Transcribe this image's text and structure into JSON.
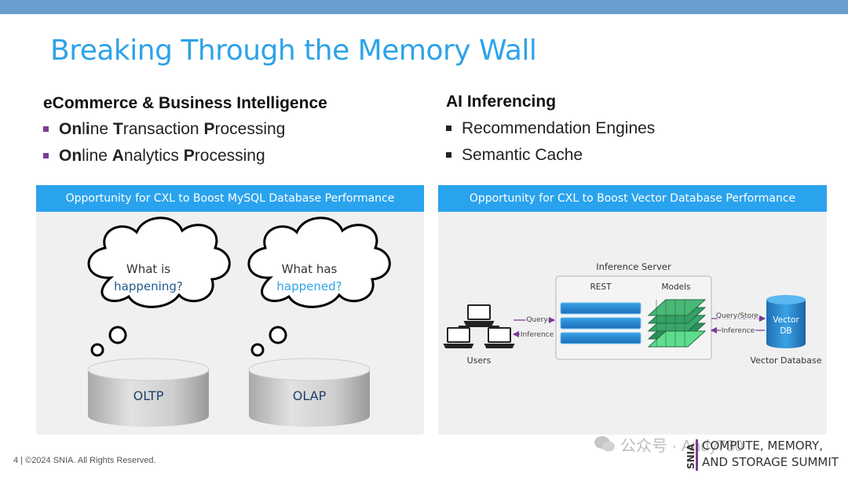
{
  "slide": {
    "title": "Breaking Through the Memory Wall",
    "left": {
      "heading": "eCommerce & Business Intelligence",
      "bullets": [
        {
          "parts": [
            [
              "O",
              "b"
            ],
            [
              "n",
              "b"
            ],
            [
              "l",
              ""
            ],
            [
              "i",
              "b"
            ],
            [
              "ne ",
              ""
            ],
            [
              "T",
              "b"
            ],
            [
              "ransaction ",
              ""
            ],
            [
              "P",
              "b"
            ],
            [
              "rocessing",
              ""
            ]
          ],
          "text": "Online Transaction Processing"
        },
        {
          "parts": [
            [
              "O",
              "b"
            ],
            [
              "n",
              "b"
            ],
            [
              "l",
              ""
            ],
            [
              "i",
              ""
            ],
            [
              "ne ",
              ""
            ],
            [
              "A",
              "b"
            ],
            [
              "nalytics ",
              ""
            ],
            [
              "P",
              "b"
            ],
            [
              "rocessing",
              ""
            ]
          ],
          "text": "Online Analytics Processing"
        }
      ],
      "panel": {
        "header": "Opportunity for CXL to Boost MySQL Database Performance",
        "cloud1": {
          "line1": "What is",
          "line2": "happening?"
        },
        "cloud2": {
          "line1": "What has",
          "line2": "happened?"
        },
        "db1": "OLTP",
        "db2": "OLAP"
      }
    },
    "right": {
      "heading": "AI Inferencing",
      "bullets": [
        "Recommendation Engines",
        "Semantic Cache"
      ],
      "panel": {
        "header": "Opportunity for CXL to Boost Vector Database Performance",
        "server_title": "Inference Server",
        "rest_label": "REST",
        "models_label": "Models",
        "users_label": "Users",
        "query_label": "Query",
        "inference_label": "Inference",
        "query_store_label": "Query/Store",
        "inference_label2": "Inference",
        "db_line1": "Vector",
        "db_line2": "DB",
        "db_caption": "Vector Database"
      }
    },
    "footer": "4 | ©2024 SNIA. All Rights Reserved.",
    "logo": {
      "snia": "SNIA",
      "line1": "COMPUTE, MEMORY,",
      "line2": "AND STORAGE SUMMIT"
    },
    "watermark": "公众号 · Andy730"
  },
  "colors": {
    "title": "#2ea3e8",
    "header_blue": "#2aa3ee",
    "top_bar": "#6a9ecf",
    "bullet_purple": "#7a3b96",
    "arrow_purple": "#7a3b96"
  }
}
